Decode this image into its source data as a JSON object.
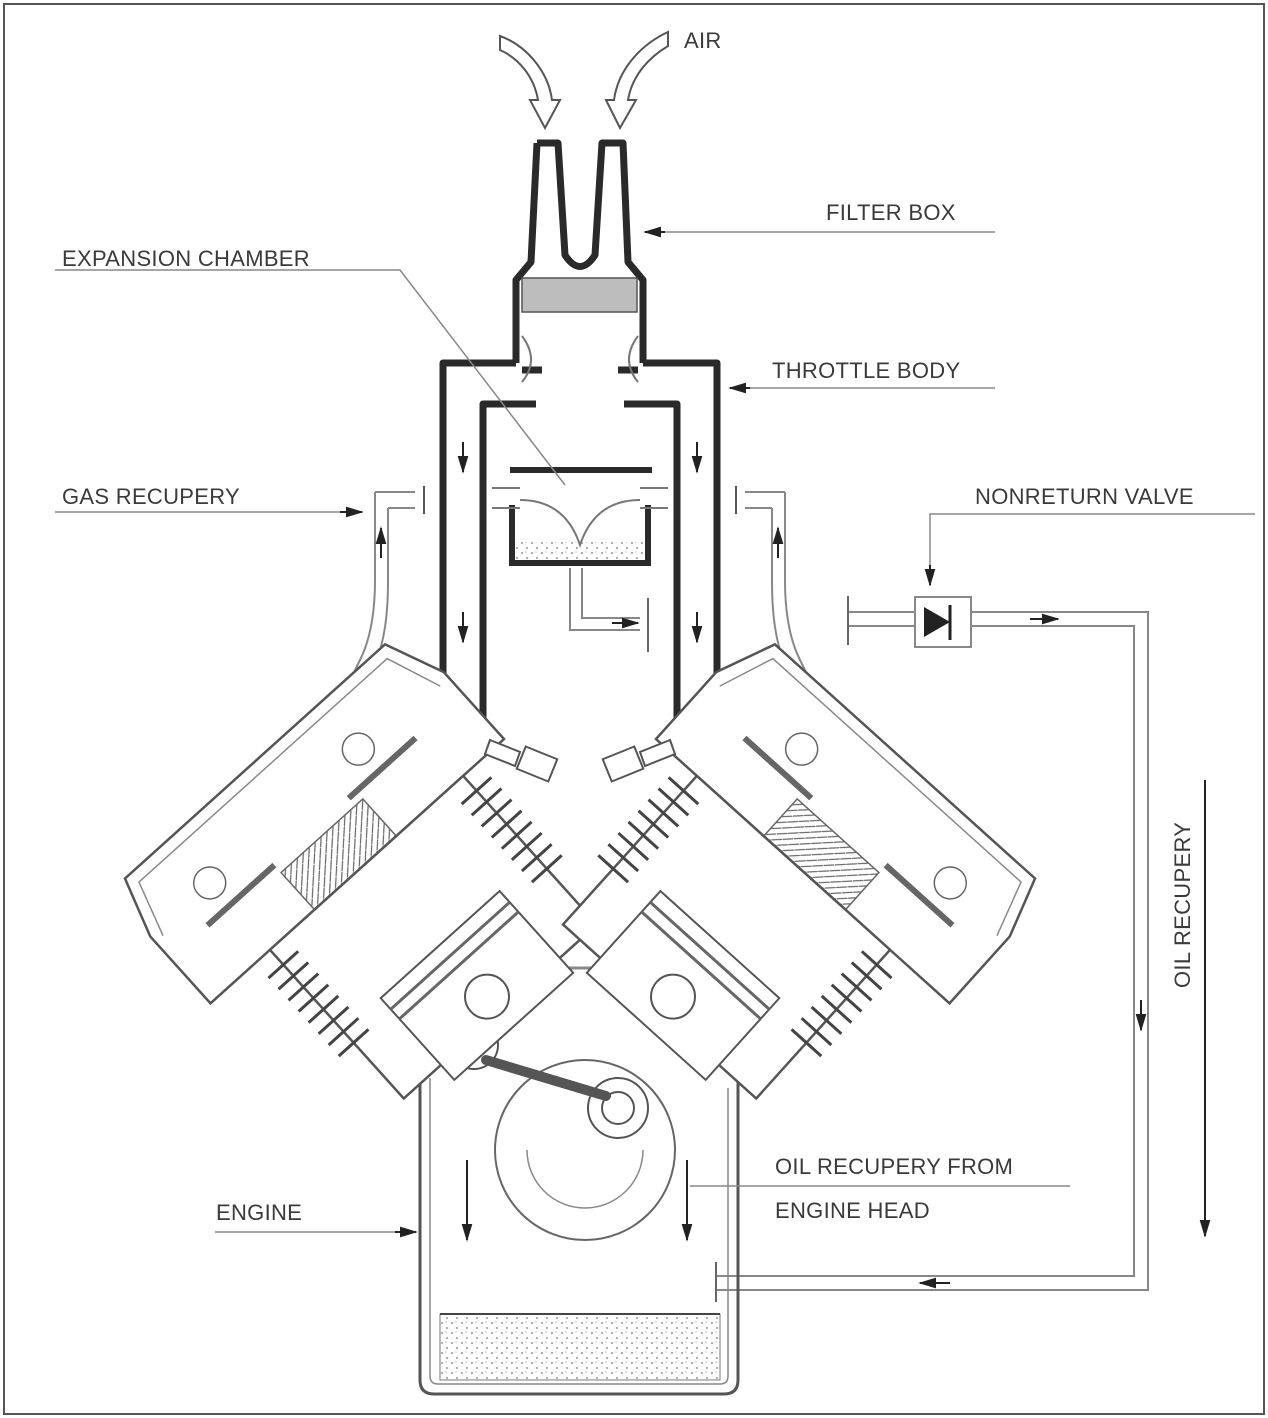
{
  "labels": {
    "air": "AIR",
    "filter_box": "FILTER BOX",
    "expansion_chamber": "EXPANSION CHAMBER",
    "throttle_body": "THROTTLE BODY",
    "gas_recupery": "GAS RECUPERY",
    "nonreturn_valve": "NONRETURN VALVE",
    "oil_recupery": "OIL RECUPERY",
    "oil_recupery_from_line1": "OIL RECUPERY FROM",
    "oil_recupery_from_line2": "ENGINE HEAD",
    "engine": "ENGINE"
  },
  "colors": {
    "stroke_dark": "#2a2a2a",
    "stroke_light": "#7a7a7a",
    "filter_fill": "#bdbdbd",
    "text": "#3a3a3a"
  }
}
